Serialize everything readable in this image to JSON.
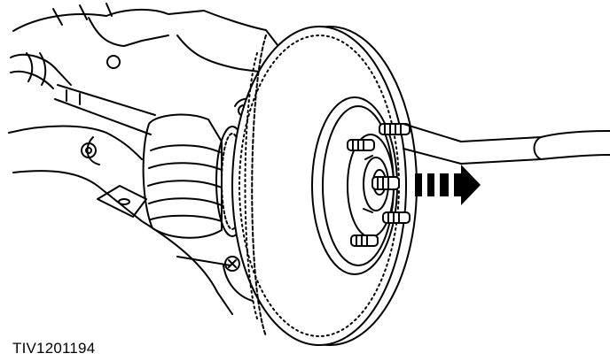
{
  "figure": {
    "reference_id": "TIV1201194"
  },
  "colors": {
    "ink": "#000000",
    "paper": "#ffffff"
  },
  "parts": [
    "brake-disc",
    "wheel-studs",
    "wheel-hub",
    "cv-joint-boot",
    "abs-tone-ring",
    "drive-shaft",
    "lower-control-arm",
    "steering-knuckle",
    "wheel-removal-arrow"
  ]
}
